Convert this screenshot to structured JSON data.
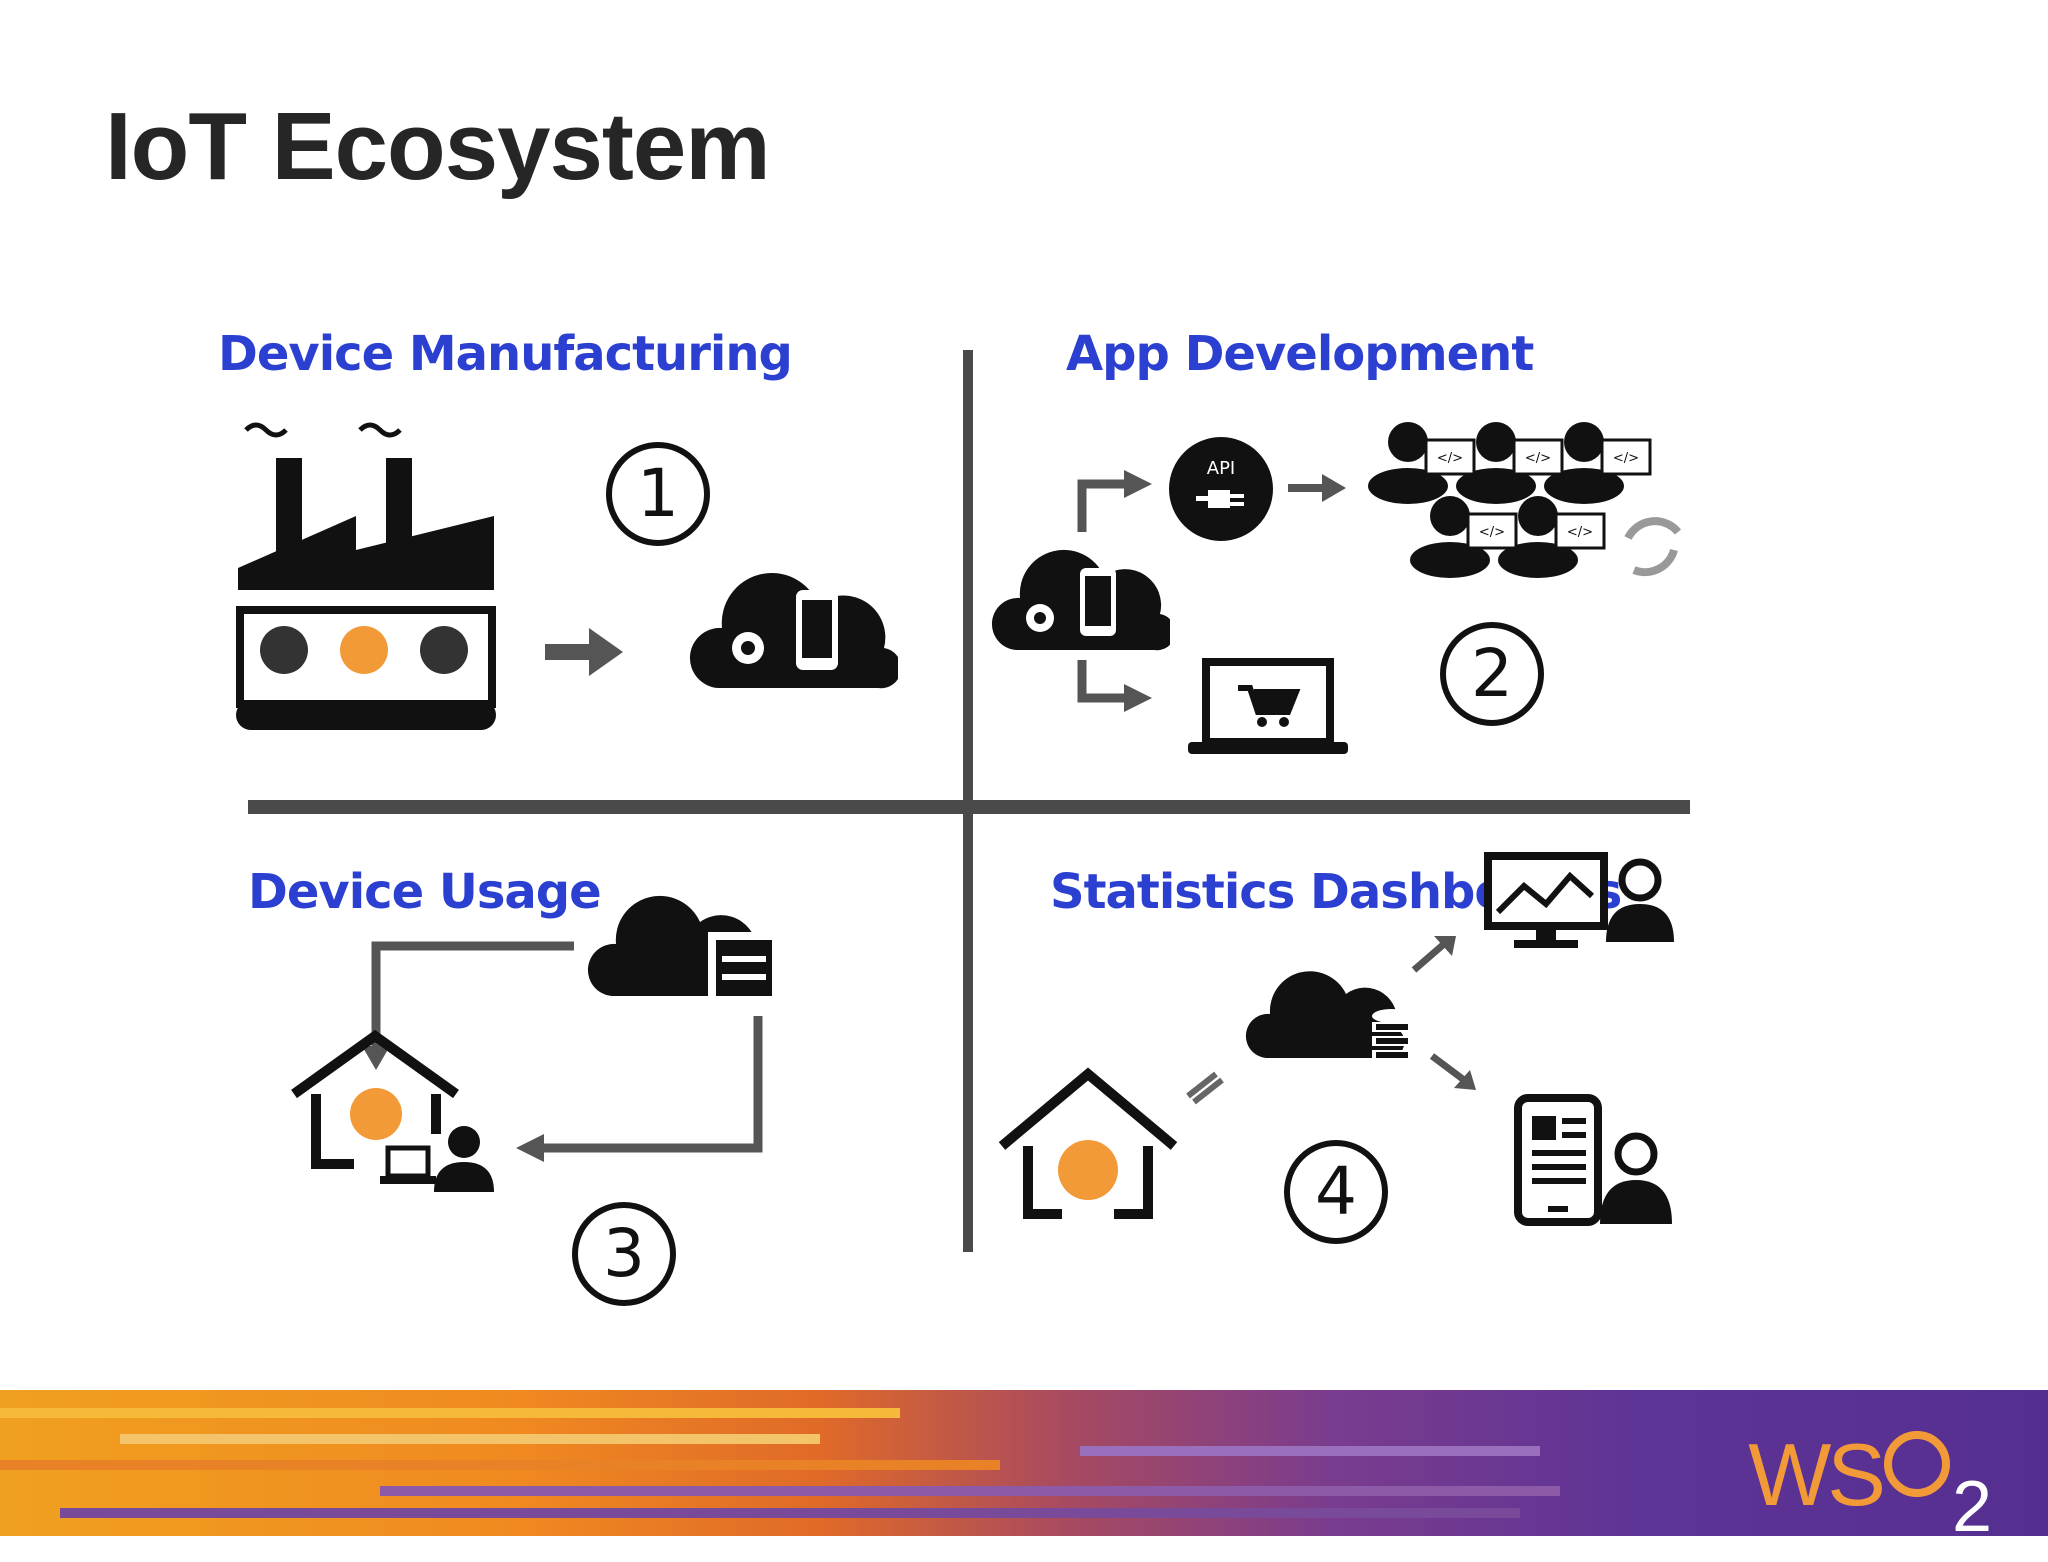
{
  "slide": {
    "title": "IoT Ecosystem"
  },
  "quadrants": [
    {
      "label": "Device Manufacturing",
      "number": "1"
    },
    {
      "label": "App Development",
      "number": "2",
      "api_badge": "API",
      "code_badge": "</>"
    },
    {
      "label": "Device Usage",
      "number": "3"
    },
    {
      "label": "Statistics Dashboards",
      "number": "4"
    }
  ],
  "logo": {
    "text": "WS",
    "subscript": "2"
  },
  "colors": {
    "title": "#262626",
    "label": "#2b3fd0",
    "icon": "#111111",
    "device_accent": "#f39a38",
    "footer_orange": "#f08a20",
    "footer_purple": "#552f90"
  }
}
